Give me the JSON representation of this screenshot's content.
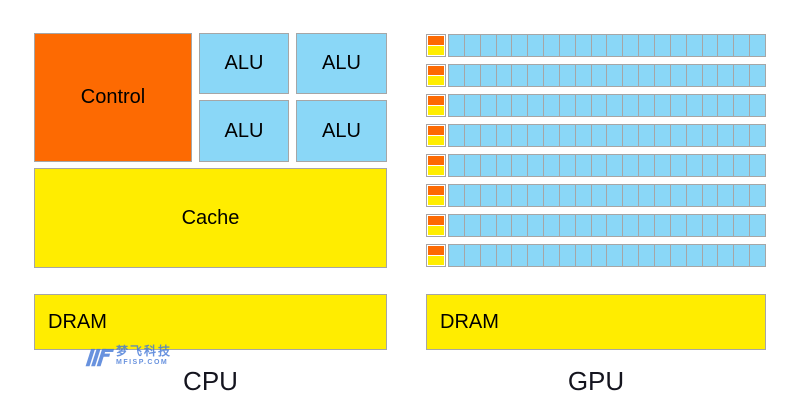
{
  "cpu": {
    "label": "CPU",
    "control_label": "Control",
    "alu_labels": [
      "ALU",
      "ALU",
      "ALU",
      "ALU"
    ],
    "cache_label": "Cache",
    "dram_label": "DRAM"
  },
  "gpu": {
    "label": "GPU",
    "dram_label": "DRAM",
    "row_count": 8,
    "cells_per_row": 20
  },
  "watermark": {
    "name_cn": "梦飞科技",
    "site": "MFISP.COM"
  },
  "colors": {
    "control_orange": "#FD6A02",
    "memory_yellow": "#FFED00",
    "alu_blue": "#8AD7F7",
    "box_border_gray": "#A6A6A6",
    "watermark_blue": "#4377D6",
    "label_text": "#14141E",
    "background": "#FFFFFF"
  }
}
